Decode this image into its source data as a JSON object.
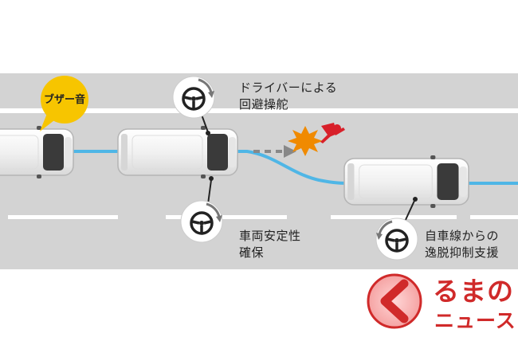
{
  "labels": {
    "buzzer": "ブザー音",
    "driver_line1": "ドライバーによる",
    "driver_line2": "回避操舵",
    "stability_line1": "車両安定性",
    "stability_line2": "確保",
    "lane_line1": "自車線からの",
    "lane_line2": "逸脱抑制支援"
  },
  "logo": {
    "line1": "るまの",
    "line2": "ニュース"
  },
  "colors": {
    "road": "#d3d3d3",
    "lane_marking": "#ffffff",
    "trajectory": "#4fb6e6",
    "buzzer_bubble": "#f7c500",
    "brand_red": "#d02a2a",
    "impact_orange": "#f08a00"
  },
  "icons": [
    "steering-wheel-icon",
    "rotate-arrow-icon",
    "impact-burst-icon",
    "pedestrian-icon",
    "car-icon"
  ]
}
